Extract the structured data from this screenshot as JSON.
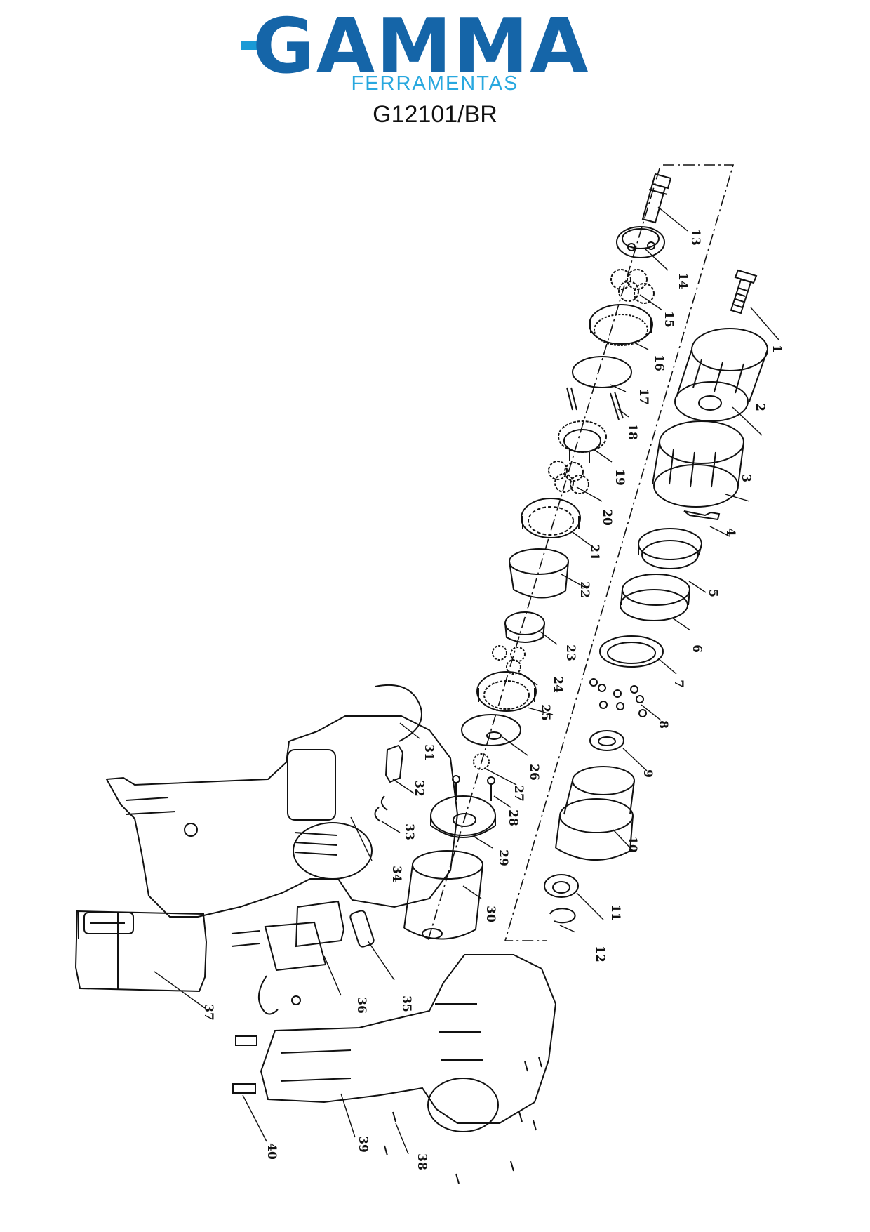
{
  "brand": {
    "logo_text": "GAMMA",
    "subtitle": "FERRAMENTAS",
    "logo_color": "#1565a8",
    "accent_color": "#29a8df"
  },
  "model": "G12101/BR",
  "parts": [
    "1",
    "2",
    "3",
    "4",
    "5",
    "6",
    "7",
    "8",
    "9",
    "10",
    "11",
    "12",
    "13",
    "14",
    "15",
    "16",
    "17",
    "18",
    "19",
    "20",
    "21",
    "22",
    "23",
    "24",
    "25",
    "26",
    "27",
    "28",
    "29",
    "30",
    "31",
    "32",
    "33",
    "34",
    "35",
    "36",
    "37",
    "38",
    "39",
    "40"
  ]
}
